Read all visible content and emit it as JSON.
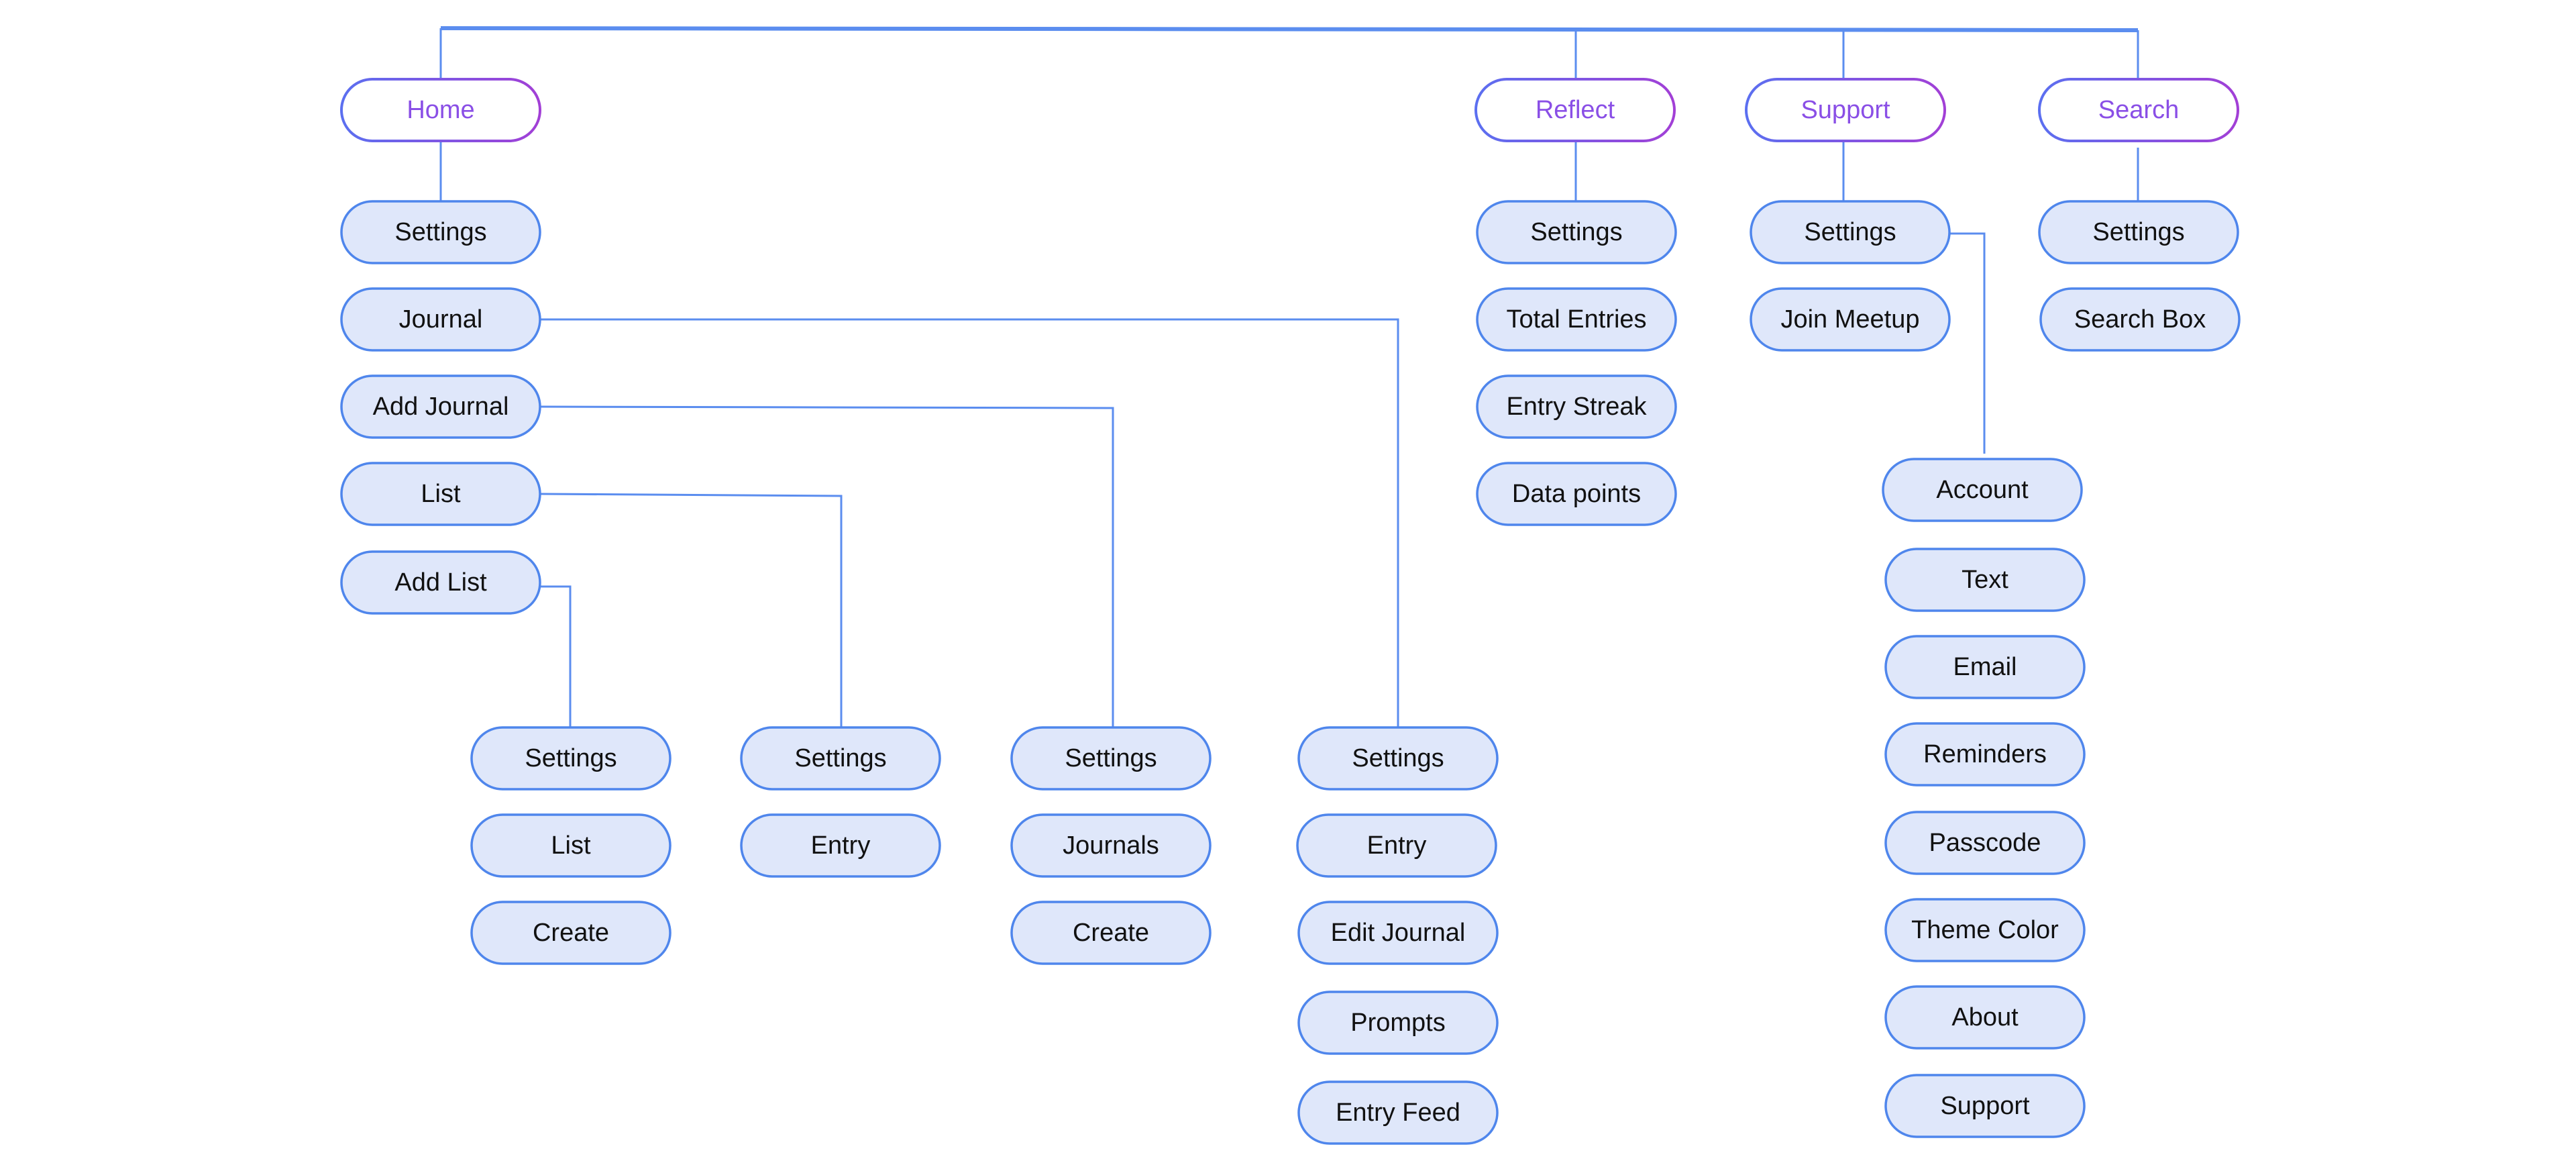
{
  "roots": {
    "home": "Home",
    "reflect": "Reflect",
    "support": "Support",
    "search": "Search"
  },
  "home": {
    "children": [
      "Settings",
      "Journal",
      "Add Journal",
      "List",
      "Add List"
    ],
    "add_list_children": [
      "Settings",
      "List",
      "Create"
    ],
    "list_children": [
      "Settings",
      "Entry"
    ],
    "add_journal_children": [
      "Settings",
      "Journals",
      "Create"
    ],
    "journal_children": [
      "Settings",
      "Entry",
      "Edit Journal",
      "Prompts",
      "Entry Feed"
    ]
  },
  "reflect": {
    "children": [
      "Settings",
      "Total Entries",
      "Entry Streak",
      "Data points"
    ]
  },
  "support": {
    "children": [
      "Settings",
      "Join Meetup"
    ],
    "settings_children": [
      "Account",
      "Text",
      "Email",
      "Reminders",
      "Passcode",
      "Theme Color",
      "About",
      "Support"
    ]
  },
  "search": {
    "children": [
      "Settings",
      "Search Box"
    ]
  },
  "colors": {
    "node_fill": "#dfe7fa",
    "node_stroke": "#4f86ec",
    "connector": "#5b8def",
    "root_text": "#8a4fe6",
    "root_stroke_start": "#5b6ff0",
    "root_stroke_end": "#a23fd6"
  }
}
